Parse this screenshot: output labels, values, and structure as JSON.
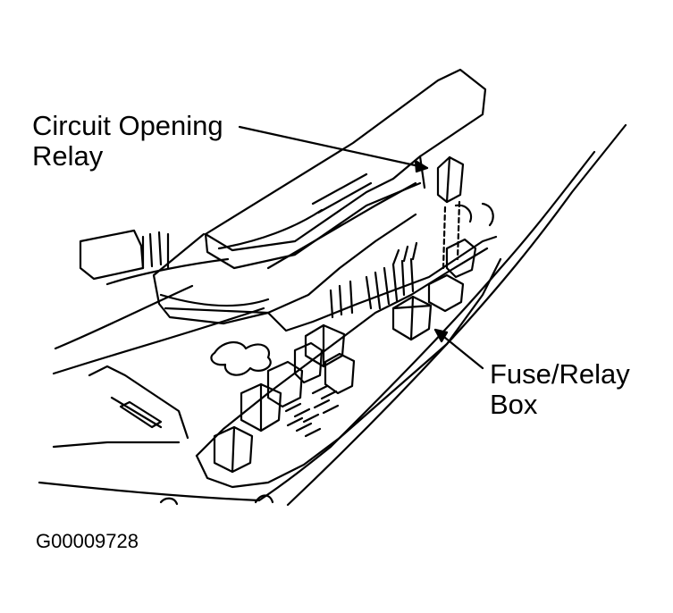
{
  "callouts": {
    "circuit_opening_relay": {
      "line1": "Circuit Opening",
      "line2": "Relay"
    },
    "fuse_relay_box": {
      "line1": "Fuse/Relay",
      "line2": "Box"
    }
  },
  "figure_id": "G00009728",
  "colors": {
    "ink": "#000000",
    "paper": "#ffffff"
  }
}
